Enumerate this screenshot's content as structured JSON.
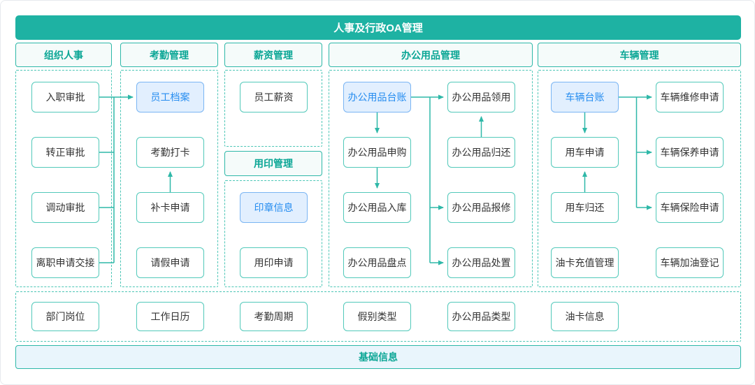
{
  "title": "人事及行政OA管理",
  "footer": "基础信息",
  "columns": {
    "org": "组织人事",
    "attendance": "考勤管理",
    "salary": "薪资管理",
    "supplies": "办公用品管理",
    "vehicle": "车辆管理"
  },
  "sections": {
    "seal": "用印管理"
  },
  "nodes": {
    "entry_approval": "入职审批",
    "regular_approval": "转正审批",
    "transfer_approval": "调动审批",
    "resign_handover": "离职申请交接",
    "employee_archive": "员工档案",
    "attendance_punch": "考勤打卡",
    "punch_makeup": "补卡申请",
    "leave_request": "请假申请",
    "employee_salary": "员工薪资",
    "seal_info": "印章信息",
    "seal_apply": "用印申请",
    "supplies_ledger": "办公用品台账",
    "supplies_purchase": "办公用品申购",
    "supplies_inbound": "办公用品入库",
    "supplies_stocktake": "办公用品盘点",
    "supplies_claim": "办公用品领用",
    "supplies_return": "办公用品归还",
    "supplies_repair": "办公用品报修",
    "supplies_disposal": "办公用品处置",
    "vehicle_ledger": "车辆台账",
    "vehicle_apply": "用车申请",
    "vehicle_return": "用车归还",
    "fuel_recharge": "油卡充值管理",
    "vehicle_repair": "车辆维修申请",
    "vehicle_maintain": "车辆保养申请",
    "vehicle_insurance": "车辆保险申请",
    "vehicle_refuel": "车辆加油登记",
    "dept_post": "部门岗位",
    "work_calendar": "工作日历",
    "attendance_cycle": "考勤周期",
    "leave_type": "假别类型",
    "supplies_type": "办公用品类型",
    "fuel_card_info": "油卡信息"
  },
  "colors": {
    "teal": "#1eb2a3",
    "teal_text": "#0ba695",
    "line": "#2fb8a8",
    "blue_node_text": "#268df0",
    "blue_node_bg": "#e2effe",
    "node_text": "#333333"
  }
}
